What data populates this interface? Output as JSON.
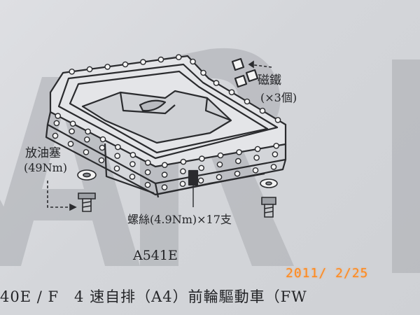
{
  "watermark": {
    "text": "ARI"
  },
  "labels": {
    "magnet": "磁鐵",
    "magnet_qty": "(×3個)",
    "drain_plug": "放油塞",
    "drain_plug_torque": "(49Nm)",
    "pan_bolts": "螺絲(4.9Nm)×17支",
    "model": "A541E",
    "caption": "40E / F　4 速自排（A4）前輪驅動車（FW",
    "date_stamp": "2011/ 2/25"
  },
  "colors": {
    "background": "#d6d8dc",
    "line": "#2a2b2e",
    "watermark": "#a9acb1",
    "date_stamp": "#ff8a1e"
  },
  "icons": [
    "oil-pan-drawing",
    "magnet-icon",
    "drain-plug-icon",
    "washer-icon",
    "pan-bolt-icon",
    "arrow-icon"
  ]
}
